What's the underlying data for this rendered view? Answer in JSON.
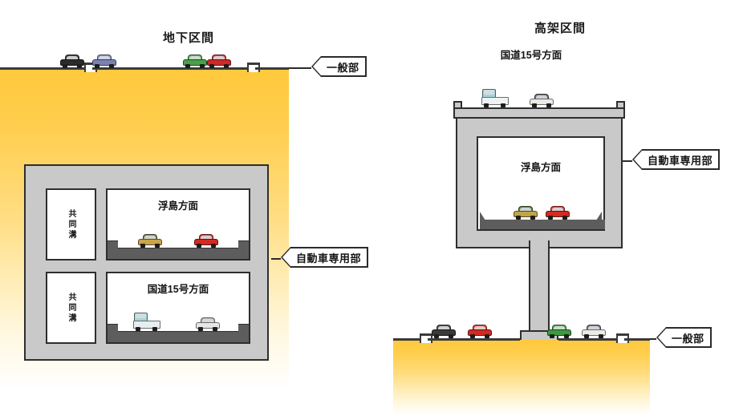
{
  "underground": {
    "title": "地下区間",
    "surface_vehicles": [
      {
        "name": "car-surface-1",
        "color": "#2b2b2b",
        "cabin": "#4a4338",
        "type": "car"
      },
      {
        "name": "car-surface-2",
        "color": "#7c81b3",
        "cabin": "#9096c6",
        "type": "car"
      },
      {
        "name": "car-surface-3",
        "color": "#4aa04a",
        "cabin": "#5cb85c",
        "type": "car"
      },
      {
        "name": "car-surface-4",
        "color": "#cc2a28",
        "cabin": "#d94240",
        "type": "car"
      }
    ],
    "duct_upper_label": "共同溝",
    "duct_lower_label": "共同溝",
    "bore_upper_label": "浮島方面",
    "bore_lower_label": "国道15号方面",
    "bore_upper_vehicles": [
      {
        "name": "car-tunnel-upper-1",
        "color": "#c9a44c",
        "cabin": "#8e8a52",
        "type": "car"
      },
      {
        "name": "car-tunnel-upper-2",
        "color": "#d22a22",
        "cabin": "#e04038",
        "type": "car"
      }
    ],
    "bore_lower_vehicles": [
      {
        "name": "truck-tunnel-lower-1",
        "color": "#e8eef0",
        "cabin": "#a8d4d8",
        "type": "truck"
      },
      {
        "name": "car-tunnel-lower-2",
        "color": "#e6e6e2",
        "cabin": "#b9c2c4",
        "type": "car"
      }
    ],
    "callout_general": "一般部",
    "callout_expressway": "自動車専用部"
  },
  "elevated": {
    "title": "高架区間",
    "top_deck_label": "国道15号方面",
    "girder_label": "浮島方面",
    "top_deck_vehicles": [
      {
        "name": "truck-elevated-top-1",
        "color": "#eef2f3",
        "cabin": "#a5d2da",
        "type": "truck"
      },
      {
        "name": "car-elevated-top-2",
        "color": "#e9e9e5",
        "cabin": "#6f7478",
        "type": "car"
      }
    ],
    "girder_vehicles": [
      {
        "name": "car-girder-1",
        "color": "#c0a44a",
        "cabin": "#5f8a3e",
        "type": "car"
      },
      {
        "name": "car-girder-2",
        "color": "#d42a22",
        "cabin": "#e34038",
        "type": "car"
      }
    ],
    "ground_vehicles": [
      {
        "name": "car-ground-1",
        "color": "#3a3a3a",
        "cabin": "#545454",
        "type": "car"
      },
      {
        "name": "car-ground-2",
        "color": "#d42a22",
        "cabin": "#e34038",
        "type": "car"
      },
      {
        "name": "car-ground-3",
        "color": "#3f9a3f",
        "cabin": "#51b051",
        "type": "car"
      },
      {
        "name": "car-ground-4",
        "color": "#ebebe6",
        "cabin": "#7d8286",
        "type": "car"
      }
    ],
    "callout_expressway": "自動車専用部",
    "callout_general": "一般部"
  },
  "colors": {
    "soil_top": "#ffc93c",
    "concrete": "#c9c9c9",
    "outline": "#2e2e2e",
    "pavement": "#5d5d5d"
  }
}
